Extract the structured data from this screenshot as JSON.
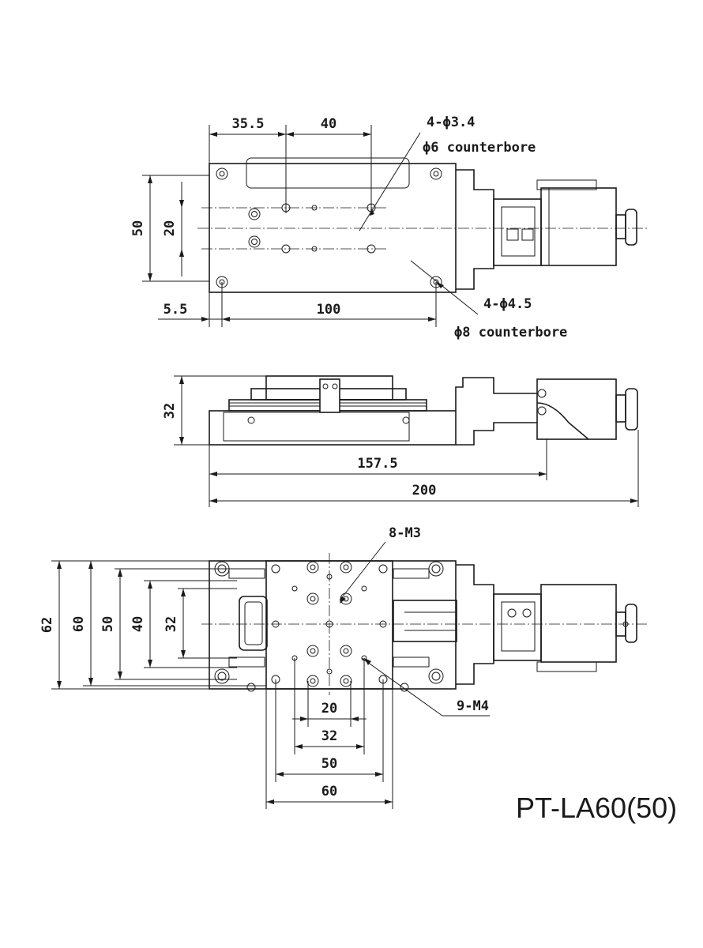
{
  "model_label": "PT-LA60(50)",
  "top_view": {
    "dims": {
      "d_35_5": "35.5",
      "d_40": "40",
      "d_50": "50",
      "d_20": "20",
      "d_5_5": "5.5",
      "d_100": "100"
    },
    "callouts": {
      "hole_small": "4-ϕ3.4",
      "hole_small_cb": "ϕ6 counterbore",
      "hole_large": "4-ϕ4.5",
      "hole_large_cb": "ϕ8 counterbore"
    }
  },
  "side_view": {
    "dims": {
      "d_32": "32",
      "d_157_5": "157.5",
      "d_200": "200"
    }
  },
  "bottom_view": {
    "dims": {
      "d_62": "62",
      "d_60": "60",
      "d_50": "50",
      "d_40": "40",
      "d_32": "32",
      "h_20": "20",
      "h_32": "32",
      "h_50": "50",
      "h_60": "60"
    },
    "callouts": {
      "m3": "8-M3",
      "m4": "9-M4"
    }
  }
}
